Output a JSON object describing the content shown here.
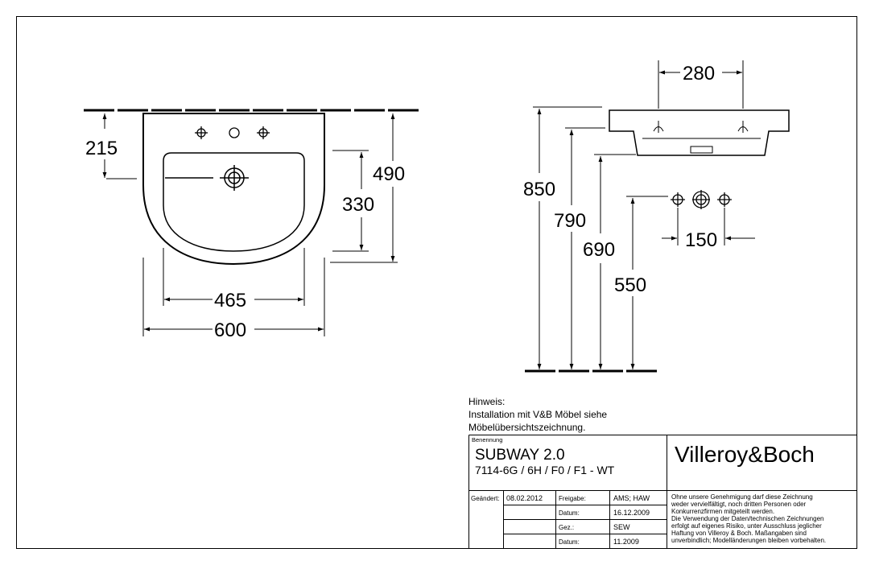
{
  "dimensions": {
    "front": {
      "tap_hole_offset": "215",
      "bowl_depth": "330",
      "overall_depth": "490",
      "bowl_width": "465",
      "overall_width": "600"
    },
    "side": {
      "tap_spacing": "280",
      "height_top": "850",
      "height_rim": "790",
      "height_underside": "690",
      "height_siphon": "550",
      "tap_hole_spacing": "150"
    }
  },
  "note": {
    "line1": "Hinweis:",
    "line2": "Installation mit V&B Möbel siehe",
    "line3": "Möbelübersichtszeichnung."
  },
  "title_block": {
    "designation_label": "Benennung",
    "product_name": "SUBWAY 2.0",
    "article_numbers": "7114-6G / 6H / F0 / F1 - WT",
    "brand": "Villeroy&Boch",
    "changed_label": "Geändert:",
    "changed_date": "08.02.2012",
    "release_label": "Freigabe:",
    "release_value": "AMS; HAW",
    "date_label": "Datum:",
    "date_value": "16.12.2009",
    "drawn_label": "Gez.:",
    "drawn_value": "SEW",
    "date2_label": "Datum:",
    "date2_value": "11.2009",
    "disclaimer": [
      "Ohne unsere Genehmigung darf diese Zeichnung",
      "weder vervielfältigt, noch dritten Personen oder",
      "Konkurrenzfirmen mitgeteilt werden.",
      "Die Verwendung der Daten/technischen Zeichnungen",
      "erfolgt auf eigenes Risiko, unter Ausschluss jeglicher",
      "Haftung von Villeroy & Boch. Maßangaben sind",
      "unverbindlich; Modelländerungen bleiben vorbehalten."
    ]
  }
}
